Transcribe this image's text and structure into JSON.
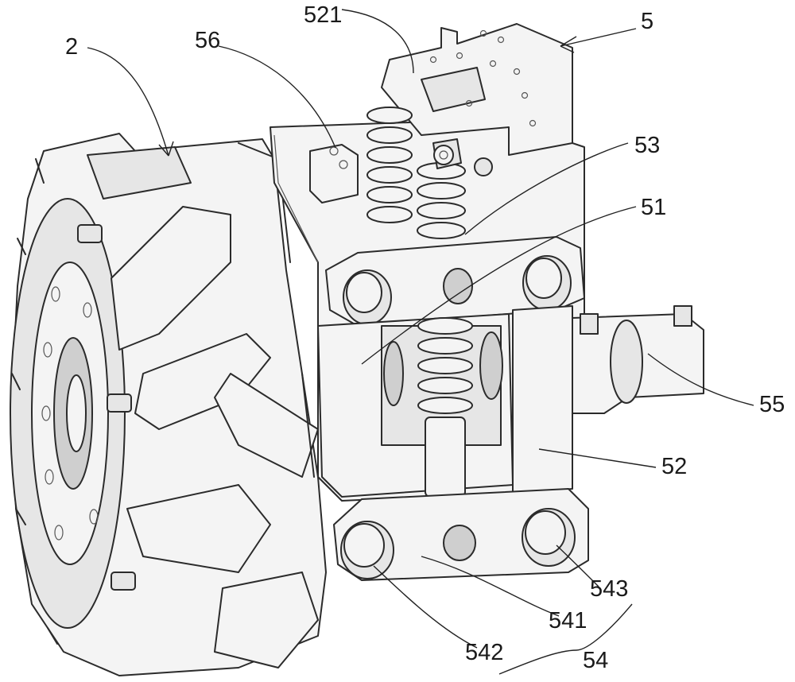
{
  "labels": {
    "wheel": "2",
    "assembly": "5",
    "top_block": "521",
    "spring": "53",
    "frame": "51",
    "pin": "56",
    "motor": "55",
    "side_plate": "52",
    "bolt_right": "543",
    "bar": "541",
    "bolt_left": "542",
    "clamp_group": "54"
  }
}
